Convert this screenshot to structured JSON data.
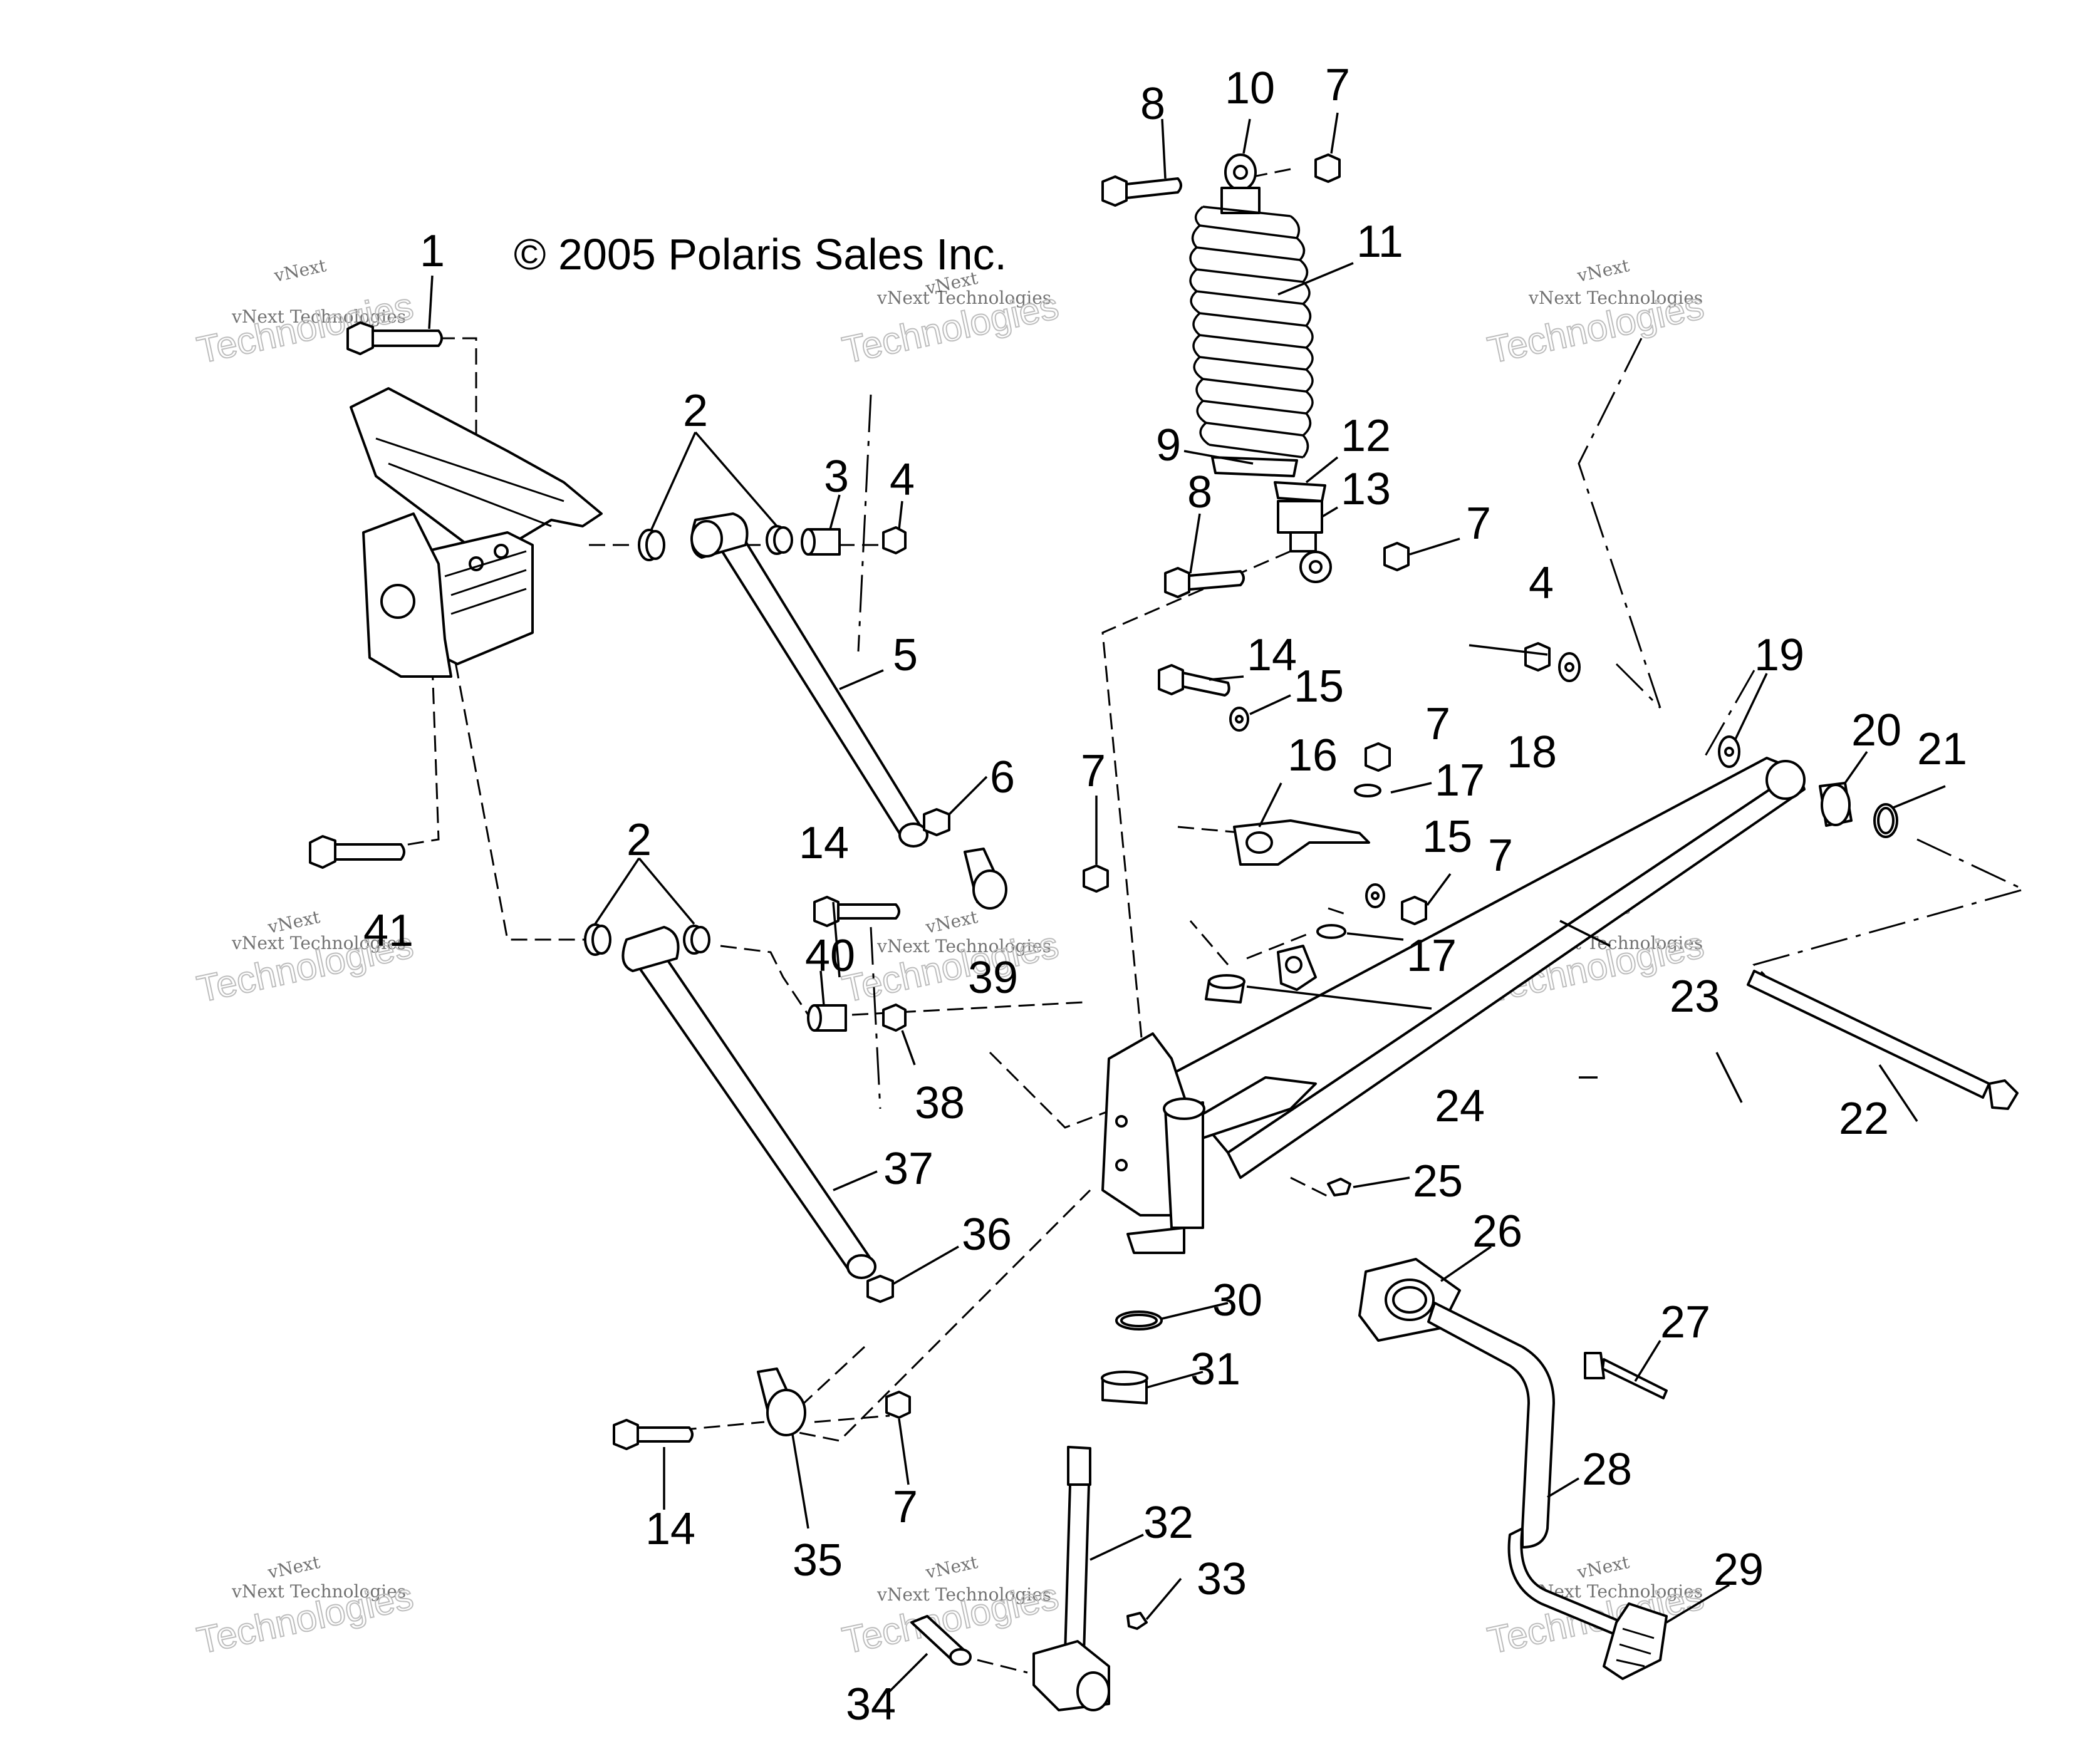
{
  "copyright": "© 2005 Polaris Sales Inc.",
  "watermark": {
    "line1": "vNext",
    "line2": "vNext Technologies",
    "line3": "Technologies"
  },
  "callouts": {
    "c1": "1",
    "c2a": "2",
    "c2b": "2",
    "c3": "3",
    "c4a": "4",
    "c4b": "4",
    "c5": "5",
    "c6": "6",
    "c7a": "7",
    "c7b": "7",
    "c7c": "7",
    "c7d": "7",
    "c7e": "7",
    "c7f": "7",
    "c8a": "8",
    "c8b": "8",
    "c9": "9",
    "c10": "10",
    "c11": "11",
    "c12": "12",
    "c13": "13",
    "c14a": "14",
    "c14b": "14",
    "c14c": "14",
    "c15a": "15",
    "c15b": "15",
    "c16": "16",
    "c17a": "17",
    "c17b": "17",
    "c18": "18",
    "c19": "19",
    "c20": "20",
    "c21": "21",
    "c22": "22",
    "c23": "23",
    "c24": "24",
    "c25": "25",
    "c26": "26",
    "c27": "27",
    "c28": "28",
    "c29": "29",
    "c30": "30",
    "c31": "31",
    "c32": "32",
    "c33": "33",
    "c34": "34",
    "c35": "35",
    "c36": "36",
    "c37": "37",
    "c38": "38",
    "c39": "39",
    "c40": "40",
    "c41": "41"
  }
}
